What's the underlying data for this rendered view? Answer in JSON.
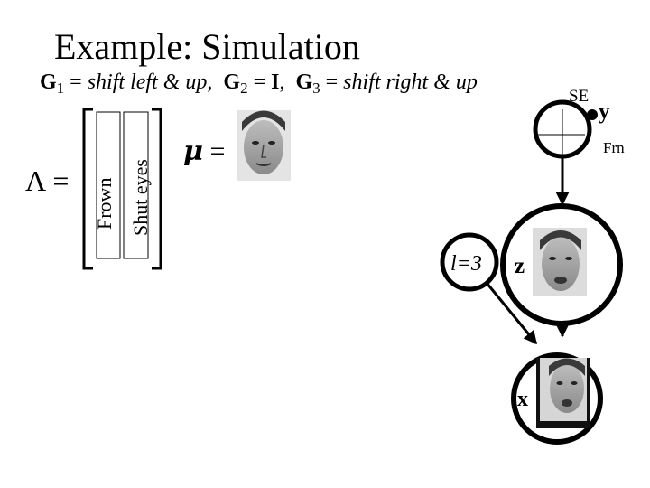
{
  "title": "Example: Simulation",
  "transforms": {
    "g1_symbol": "G",
    "g1_index": "1",
    "g1_eq": " = ",
    "g1_text": "shift left & up,",
    "g2_symbol": "G",
    "g2_index": "2",
    "g2_eq": " = ",
    "g2_value": "I",
    "g3_symbol": "G",
    "g3_index": "3",
    "g3_eq": " = ",
    "g3_text": "shift right & up"
  },
  "lambda": {
    "symbol": "Λ",
    "eq": " =",
    "col1": "Frown",
    "col2": "Shut eyes"
  },
  "mu": {
    "symbol": "μ",
    "eq": " ="
  },
  "graph": {
    "y_node": {
      "label": "y",
      "annotation_top": "SE",
      "annotation_right": "Frn"
    },
    "l_node": {
      "label": "l=3"
    },
    "z_node": {
      "label": "z"
    },
    "x_node": {
      "label": "x"
    }
  },
  "icons": {
    "mu_image": "face-photo",
    "z_image": "face-photo",
    "x_image": "face-photo"
  }
}
